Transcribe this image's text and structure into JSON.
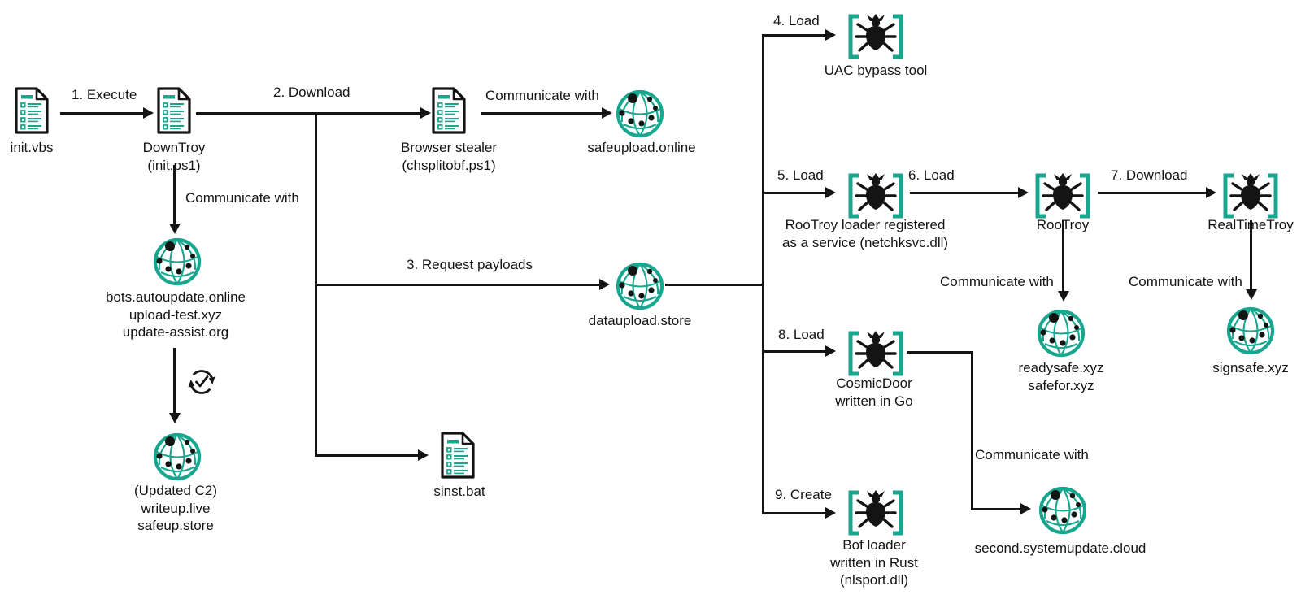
{
  "colors": {
    "accent": "#18A78E",
    "ink": "#141414",
    "background": "#FFFFFF"
  },
  "nodes": {
    "init_vbs": {
      "label": "init.vbs"
    },
    "downtroy": {
      "line1": "DownTroy",
      "line2": "(init.ps1)"
    },
    "browser_stealer": {
      "line1": "Browser stealer",
      "line2": "(chsplitobf.ps1)"
    },
    "safeupload": {
      "label": "safeupload.online"
    },
    "c2_primary": {
      "line1": "bots.autoupdate.online",
      "line2": "upload-test.xyz",
      "line3": "update-assist.org"
    },
    "c2_updated": {
      "line1": "(Updated C2)",
      "line2": "writeup.live",
      "line3": "safeup.store"
    },
    "dataupload": {
      "label": "dataupload.store"
    },
    "sinst": {
      "label": "sinst.bat"
    },
    "uac": {
      "label": "UAC bypass tool"
    },
    "rootroy_loader": {
      "line1": "RooTroy loader registered",
      "line2": "as a service (netchksvc.dll)"
    },
    "rootroy": {
      "label": "RooTroy"
    },
    "realtimetroy": {
      "label": "RealTimeTroy"
    },
    "readysafe": {
      "line1": "readysafe.xyz",
      "line2": "safefor.xyz"
    },
    "signsafe": {
      "label": "signsafe.xyz"
    },
    "cosmicdoor": {
      "line1": "CosmicDoor",
      "line2": "written in Go"
    },
    "bof_loader": {
      "line1": "Bof loader",
      "line2": "written in Rust",
      "line3": "(nlsport.dll)"
    },
    "second_c2": {
      "label": "second.systemupdate.cloud"
    }
  },
  "edges": {
    "step1": "1. Execute",
    "step2": "2. Download",
    "step3": "3. Request payloads",
    "step4": "4. Load",
    "step5": "5. Load",
    "step6": "6. Load",
    "step7": "7. Download",
    "step8": "8. Load",
    "step9": "9. Create",
    "comm_downtroy": "Communicate with",
    "comm_browser": "Communicate with",
    "comm_rootroy": "Communicate with",
    "comm_realtimetroy": "Communicate with",
    "comm_cosmicdoor": "Communicate with"
  }
}
